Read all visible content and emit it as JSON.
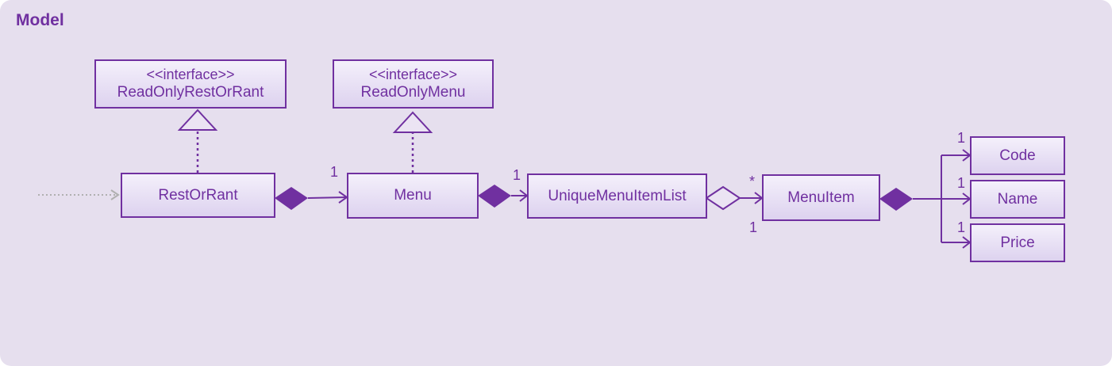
{
  "diagram": {
    "title": "Model",
    "nodes": {
      "read_only_rest_or_rant": {
        "stereotype": "<<interface>>",
        "name": "ReadOnlyRestOrRant"
      },
      "read_only_menu": {
        "stereotype": "<<interface>>",
        "name": "ReadOnlyMenu"
      },
      "rest_or_rant": {
        "name": "RestOrRant"
      },
      "menu": {
        "name": "Menu"
      },
      "unique_menu_item_list": {
        "name": "UniqueMenuItemList"
      },
      "menu_item": {
        "name": "MenuItem"
      },
      "code": {
        "name": "Code"
      },
      "name": {
        "name": "Name"
      },
      "price": {
        "name": "Price"
      }
    },
    "multiplicities": {
      "menu_end": "1",
      "unique_menu_item_list_end": "1",
      "menu_item_end_many": "*",
      "menu_item_end_one": "1",
      "code_end": "1",
      "name_end": "1",
      "price_end": "1"
    },
    "edges": [
      {
        "from": "rest_or_rant",
        "to": "read_only_rest_or_rant",
        "type": "realization"
      },
      {
        "from": "menu",
        "to": "read_only_menu",
        "type": "realization"
      },
      {
        "from": "rest_or_rant",
        "to": "menu",
        "type": "composition"
      },
      {
        "from": "menu",
        "to": "unique_menu_item_list",
        "type": "composition"
      },
      {
        "from": "unique_menu_item_list",
        "to": "menu_item",
        "type": "aggregation"
      },
      {
        "from": "menu_item",
        "to": "code",
        "type": "composition"
      },
      {
        "from": "menu_item",
        "to": "name",
        "type": "composition"
      },
      {
        "from": "menu_item",
        "to": "price",
        "type": "composition"
      },
      {
        "from": "external",
        "to": "rest_or_rant",
        "type": "dependency"
      }
    ],
    "colors": {
      "primary": "#7030a0",
      "background": "#e6dfee",
      "box_fill_top": "#f4f0fb",
      "box_fill_bottom": "#ddd2ef",
      "external_arrow": "#b0b0b0"
    }
  }
}
